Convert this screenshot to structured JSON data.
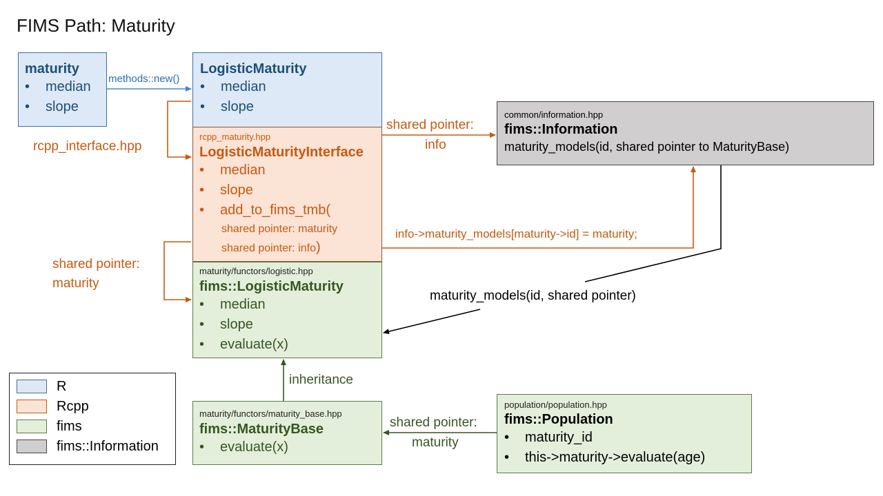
{
  "title": "FIMS Path: Maturity",
  "boxes": {
    "r_maturity": {
      "title": "maturity",
      "items": [
        "median",
        "slope"
      ]
    },
    "r_logistic": {
      "title": "LogisticMaturity",
      "items": [
        "median",
        "slope"
      ]
    },
    "rcpp": {
      "file": "rcpp_maturity.hpp",
      "title": "LogisticMaturityInterface",
      "items": [
        "median",
        "slope",
        "add_to_fims_tmb("
      ],
      "sub1": "shared pointer: maturity",
      "sub2": "shared pointer: info",
      "close": ")"
    },
    "fims_logistic": {
      "file": "maturity/functors/logistic.hpp",
      "title": "fims::LogisticMaturity",
      "items": [
        "median",
        "slope",
        "evaluate(x)"
      ]
    },
    "info": {
      "file": "common/information.hpp",
      "title": "fims::Information",
      "line": "maturity_models(id, shared pointer to MaturityBase)"
    },
    "maturity_base": {
      "file": "maturity/functors/maturity_base.hpp",
      "title": "fims::MaturityBase",
      "items": [
        "evaluate(x)"
      ]
    },
    "population": {
      "file": "population/population.hpp",
      "title": "fims::Population",
      "items": [
        "maturity_id",
        "this->maturity->evaluate(age)"
      ]
    }
  },
  "labels": {
    "methods_new": "methods::new()",
    "rcpp_interface": "rcpp_interface.hpp",
    "sp_info_1": "shared pointer:",
    "sp_info_2": "info",
    "info_assign": "info->maturity_models[maturity->id] = maturity;",
    "sp_maturity_1": "shared pointer:",
    "sp_maturity_2": "maturity",
    "maturity_models_call": "maturity_models(id, shared pointer)",
    "inheritance": "inheritance",
    "sp_pop_1": "shared pointer:",
    "sp_pop_2": "maturity"
  },
  "legend": [
    {
      "label": "R",
      "color": "#dde9f6"
    },
    {
      "label": "Rcpp",
      "color": "#fbe3d6"
    },
    {
      "label": "fims",
      "color": "#e3efdb"
    },
    {
      "label": "fims::Information",
      "color": "#d0cece"
    }
  ],
  "colors": {
    "r": "#1f4e79",
    "rcpp": "#c55a11",
    "fims": "#375623",
    "information": "#000000"
  }
}
